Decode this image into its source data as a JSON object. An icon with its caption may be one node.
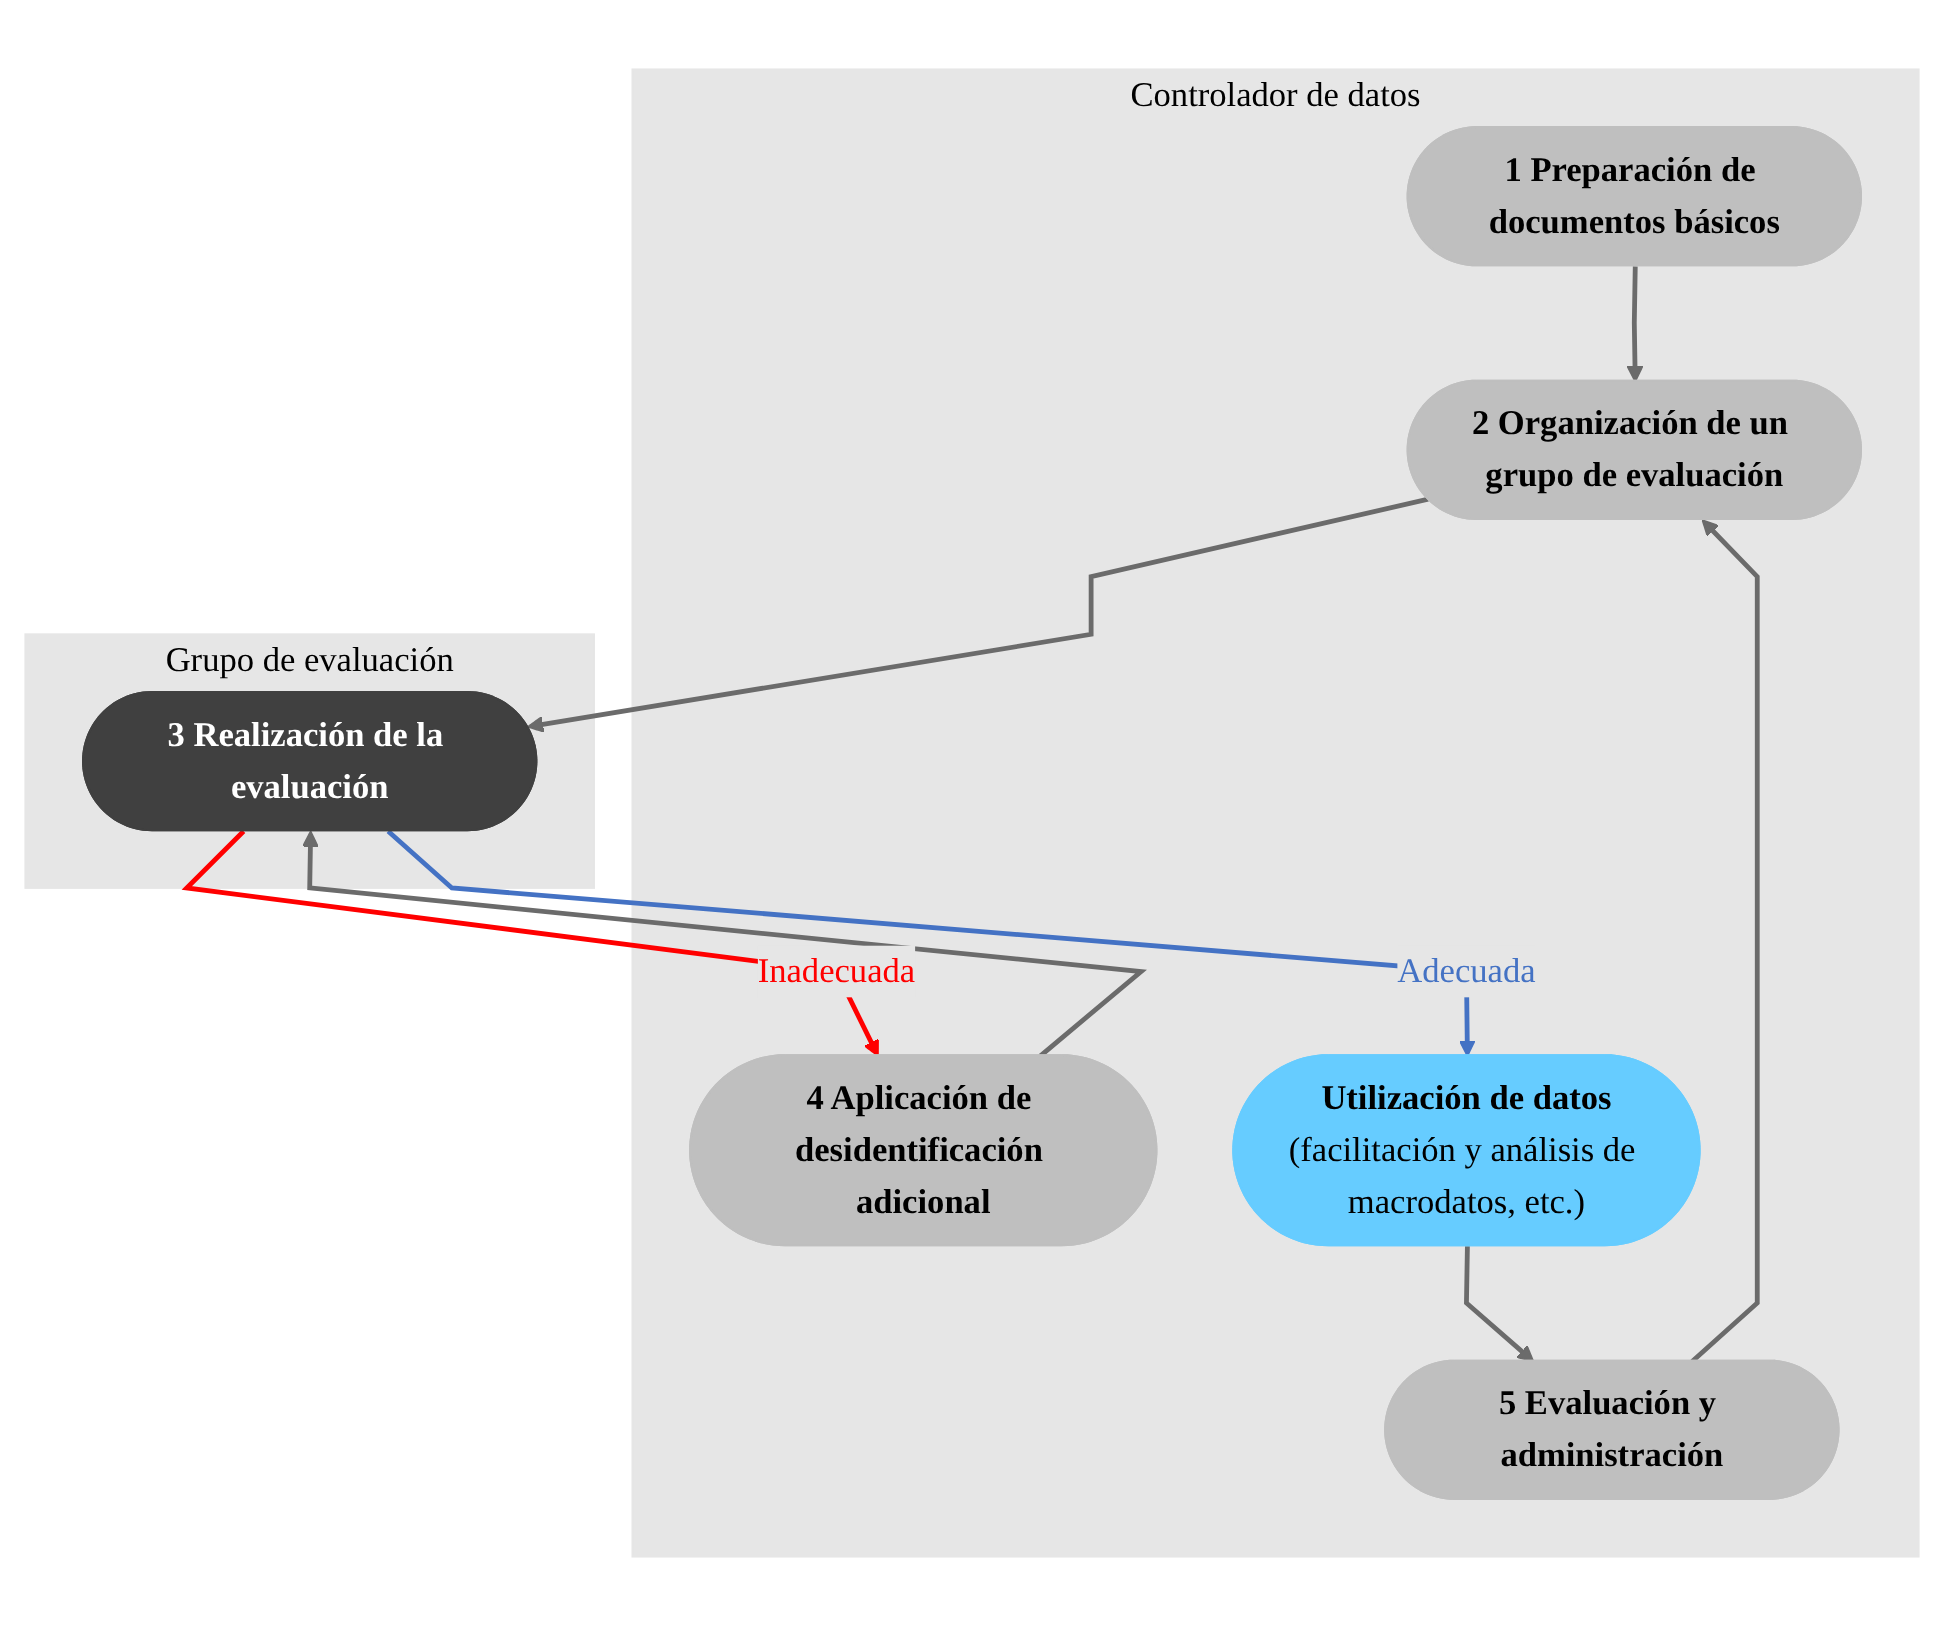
{
  "diagram": {
    "nodes": [
      {
        "text": [
          "Controlador de datos"
        ]
      },
      {
        "text": [
          "1 Preparación de documentos básicos"
        ],
        "in": 0
      },
      {
        "text": [
          "2 Organización de un grupo de evaluación"
        ],
        "in": 0
      },
      {
        "text": [
          "4 Aplicación de desidentificación adicional"
        ],
        "in": 0
      },
      {
        "text": [
          "Utilización de datos",
          "(facilitación y análisis de macrodatos, etc.)"
        ],
        "in": 0
      },
      {
        "text": [
          "5 Evaluación y administración"
        ],
        "in": 0
      },
      {
        "text": [
          "Grupo de evaluación"
        ]
      },
      {
        "text": [
          "3 Realización de la evaluación"
        ],
        "in": 6
      }
    ],
    "edges": [
      {
        "from": 1,
        "to": 2,
        "arrow": "to"
      },
      {
        "from": 2,
        "to": 7,
        "arrow": "to"
      },
      {
        "from": 3,
        "to": 7,
        "arrow": "to"
      },
      {
        "from": 7,
        "to": 3,
        "arrow": "to",
        "label": "Inadecuada",
        "color": "#ff0000"
      },
      {
        "from": 7,
        "to": 4,
        "arrow": "to",
        "label": "Adecuada",
        "color": "#4472c4"
      },
      {
        "from": 4,
        "to": 5,
        "arrow": "to"
      },
      {
        "from": 5,
        "to": 2,
        "arrow": "to"
      }
    ]
  }
}
